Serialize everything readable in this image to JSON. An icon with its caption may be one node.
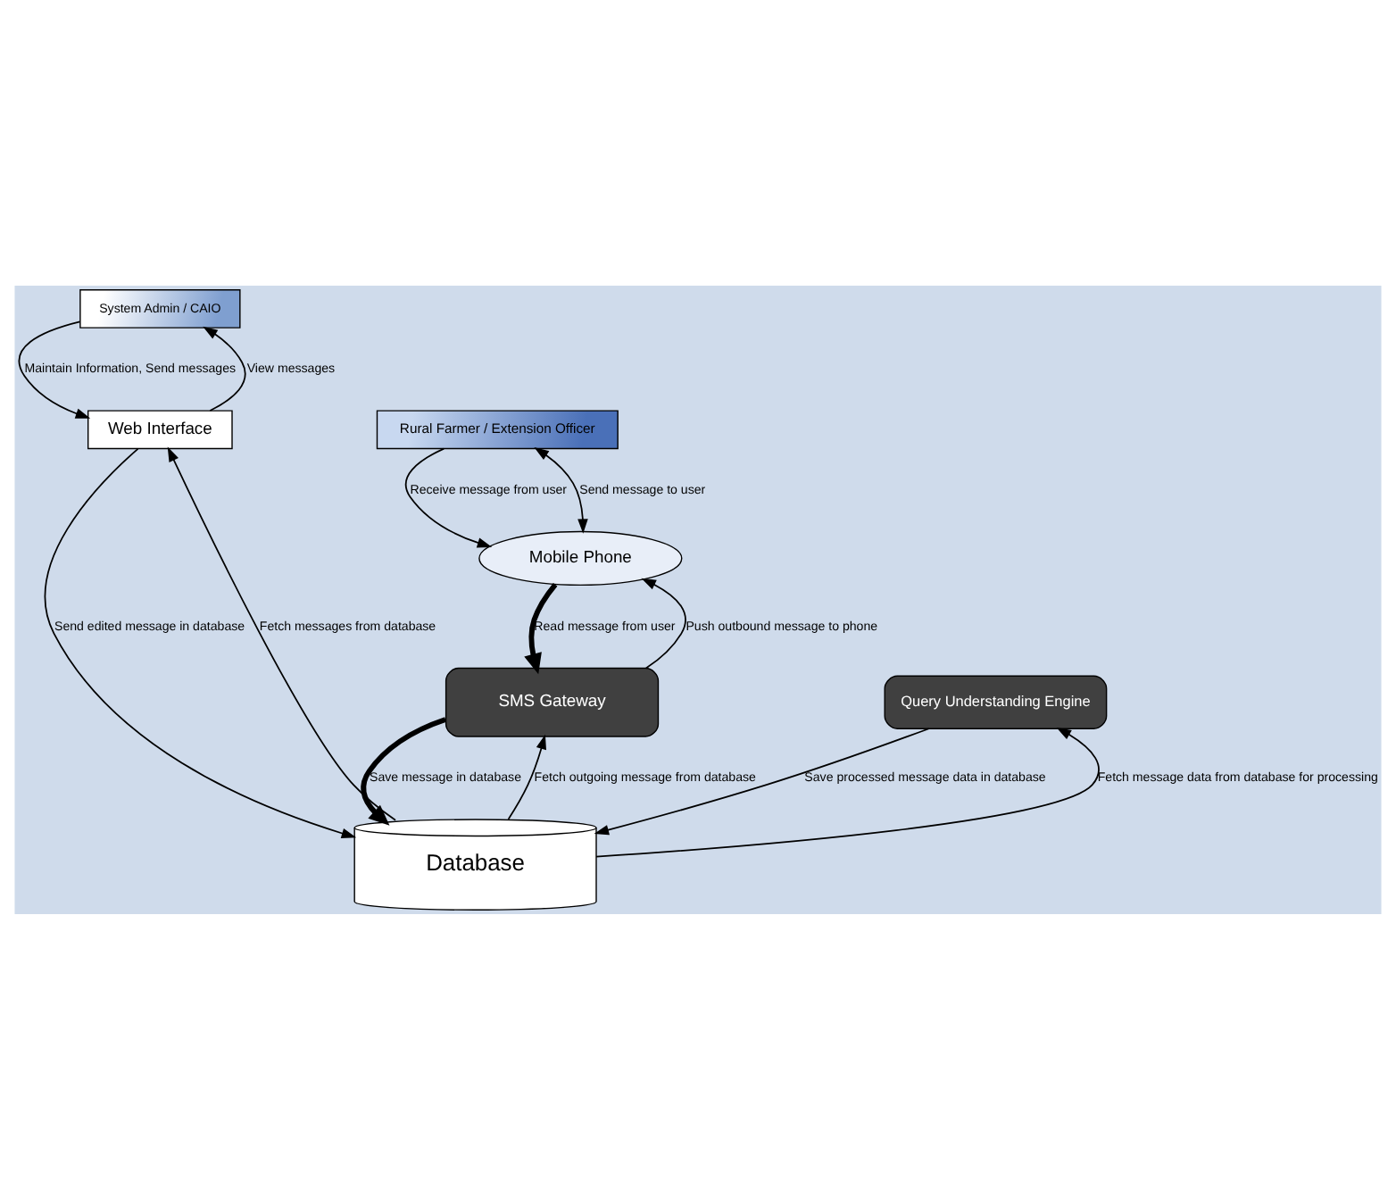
{
  "diagram": {
    "nodes": [
      {
        "text": [
          "System Admin / CAIO"
        ]
      },
      {
        "text": [
          "Web Interface"
        ]
      },
      {
        "text": [
          "Rural Farmer / Extension Officer"
        ]
      },
      {
        "text": [
          "Mobile Phone"
        ]
      },
      {
        "text": [
          "Database"
        ]
      },
      {
        "text": [
          "SMS Gateway"
        ]
      },
      {
        "text": [
          "Query Understanding Engine"
        ]
      }
    ],
    "edges": [
      {
        "from": 0,
        "to": 1,
        "arrow": "to",
        "label": "Maintain Information, Send messages"
      },
      {
        "from": 1,
        "to": 0,
        "arrow": "to",
        "label": "View messages"
      },
      {
        "from": 2,
        "to": 3,
        "arrow": "to",
        "label": "Receive message from user"
      },
      {
        "from": 2,
        "to": 3,
        "arrow": "both",
        "label": "Send message to user"
      },
      {
        "from": 1,
        "to": 4,
        "arrow": "to",
        "label": "Send edited message in database"
      },
      {
        "from": 4,
        "to": 1,
        "arrow": "to",
        "label": "Fetch messages from database"
      },
      {
        "from": 3,
        "to": 5,
        "arrow": "to",
        "label": "Read message from user",
        "style": "thick"
      },
      {
        "from": 5,
        "to": 3,
        "arrow": "to",
        "label": "Push outbound message to phone"
      },
      {
        "from": 5,
        "to": 4,
        "arrow": "to",
        "label": "Save message in database",
        "style": "thick"
      },
      {
        "from": 4,
        "to": 5,
        "arrow": "to",
        "label": "Fetch outgoing message from database"
      },
      {
        "from": 4,
        "to": 6,
        "arrow": "to",
        "label": "Fetch message data from database for processing"
      },
      {
        "from": 6,
        "to": 4,
        "arrow": "to",
        "label": "Save processed message data in database"
      }
    ]
  }
}
